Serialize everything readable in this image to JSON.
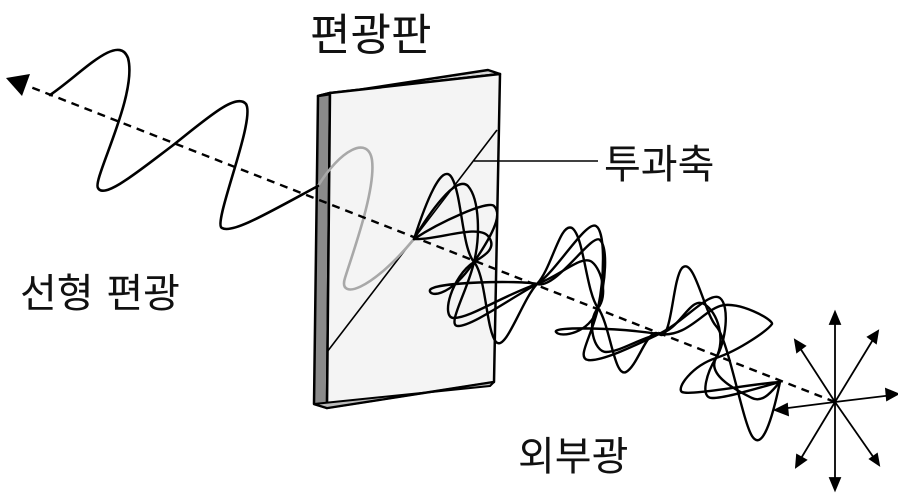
{
  "labels": {
    "polarizer": "편광판",
    "transmission_axis": "투과축",
    "linear_polarization": "선형 편광",
    "external_light": "외부광"
  },
  "colors": {
    "stroke": "#000000",
    "plate_face": "#f4f4f4",
    "plate_edge": "#8a8a8a",
    "wave_behind_plate": "#a8a8a8",
    "text": "#111111"
  }
}
